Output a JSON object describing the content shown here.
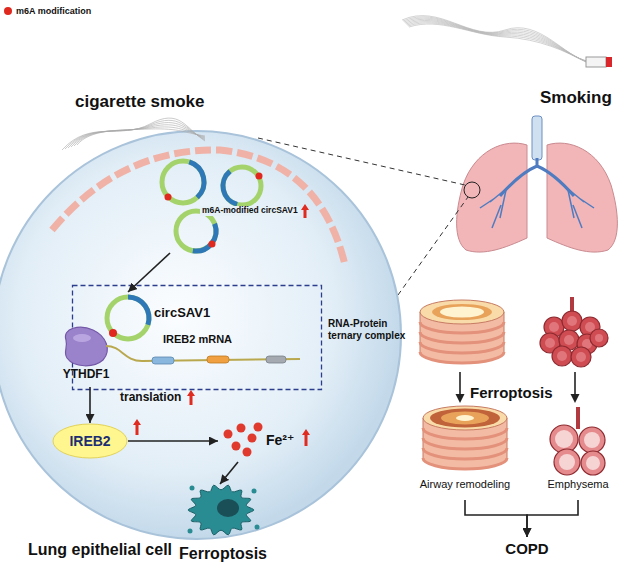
{
  "diagram": {
    "nodes": [
      {
        "text": [
          "Lung epithelial cell"
        ]
      },
      {
        "text": [
          "m6A-modified circSAV1"
        ],
        "in": 0
      },
      {
        "text": [
          "RNA-Protein ternary complex"
        ],
        "in": 0
      },
      {
        "text": [
          "circSAV1"
        ],
        "in": 2
      },
      {
        "text": [
          "YTHDF1"
        ],
        "in": 2
      },
      {
        "text": [
          "IREB2"
        ],
        "in": 0
      },
      {
        "text": [
          "Fe²⁺"
        ],
        "in": 0
      },
      {
        "text": [
          "Ferroptosis"
        ]
      },
      {
        "text": [
          "Airway remodeling"
        ]
      },
      {
        "text": [
          "Emphysema"
        ]
      },
      {
        "text": [
          "COPD"
        ]
      }
    ],
    "edges": [
      {
        "from": 1,
        "to": 3,
        "arrow": "to"
      },
      {
        "from": 4,
        "to": 5,
        "arrow": "to"
      },
      {
        "from": 5,
        "to": 6,
        "arrow": "to"
      },
      {
        "from": 6,
        "to": 7,
        "arrow": "to"
      },
      {
        "from": 8,
        "to": 10,
        "arrow": "to"
      },
      {
        "from": 9,
        "to": 10,
        "arrow": "to"
      }
    ],
    "labels": [
      "cigarette smoke",
      "Smoking",
      "IREB2 mRNA",
      "translation",
      "Ferroptosis"
    ],
    "legend": [
      {
        "text": "m6A modification",
        "color": "#e0281e"
      }
    ]
  }
}
